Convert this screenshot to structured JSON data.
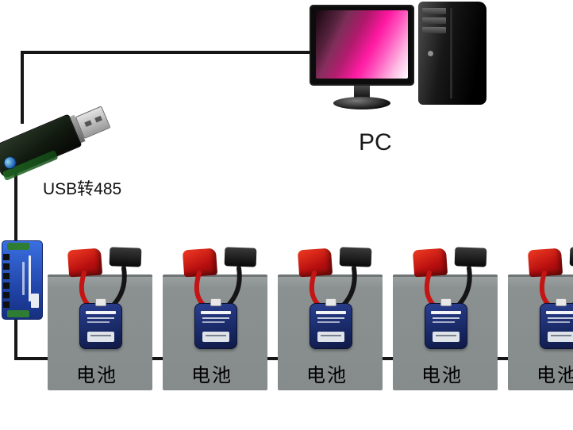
{
  "diagram": {
    "pc_label": "PC",
    "usb_label": "USB转485",
    "batteries": [
      {
        "label": "电池"
      },
      {
        "label": "电池"
      },
      {
        "label": "电池"
      },
      {
        "label": "电池"
      },
      {
        "label": "电池"
      }
    ]
  },
  "colors": {
    "wire": "#161616",
    "battery_body": "#8b9191",
    "positive_terminal": "#b80f0f",
    "negative_terminal": "#111111",
    "sensor_module": "#16255e",
    "hub_module": "#2b55c8",
    "screen_magenta": "#ff17a0"
  },
  "icons": {
    "pc": "desktop-computer",
    "converter": "usb-dongle",
    "hub": "rs485-module",
    "sensor": "battery-monitor-sensor"
  }
}
